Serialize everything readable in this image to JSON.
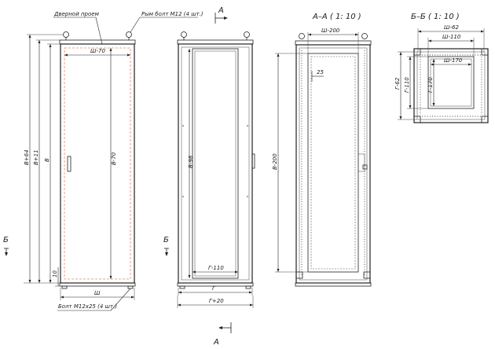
{
  "view_front": {
    "callout_door_opening": "Дверной проем",
    "callout_eye_bolt": "Рым болт М12 (4 шт.)",
    "callout_bolt": "Болт М12х25 (4 шт.)",
    "dim_width": "Ш-70",
    "dim_height_door": "В-70",
    "dim_total_height": "В+64",
    "dim_height_11": "В+11",
    "dim_height": "В",
    "dim_bottom": "10",
    "dim_bottom_width": "Ш"
  },
  "view_side": {
    "section_mark_top": "А",
    "section_mark_bottom": "А",
    "section_mark_left": "Б",
    "section_mark_right": "Б",
    "dim_inner_height": "В-98",
    "dim_inner_depth": "Г-110",
    "dim_depth": "Г",
    "dim_depth_total": "Г+20"
  },
  "view_section_aa": {
    "title": "А–А ( 1: 10 )",
    "dim_width": "Ш-200",
    "dim_offset": "25",
    "dim_height": "В-200"
  },
  "view_section_bb": {
    "title": "Б–Б ( 1: 10 )",
    "dim_w62": "Ш-62",
    "dim_w110": "Ш-110",
    "dim_w170": "Ш-170",
    "dim_d62": "Г-62",
    "dim_d110": "Г-110",
    "dim_d170": "Г-170"
  }
}
